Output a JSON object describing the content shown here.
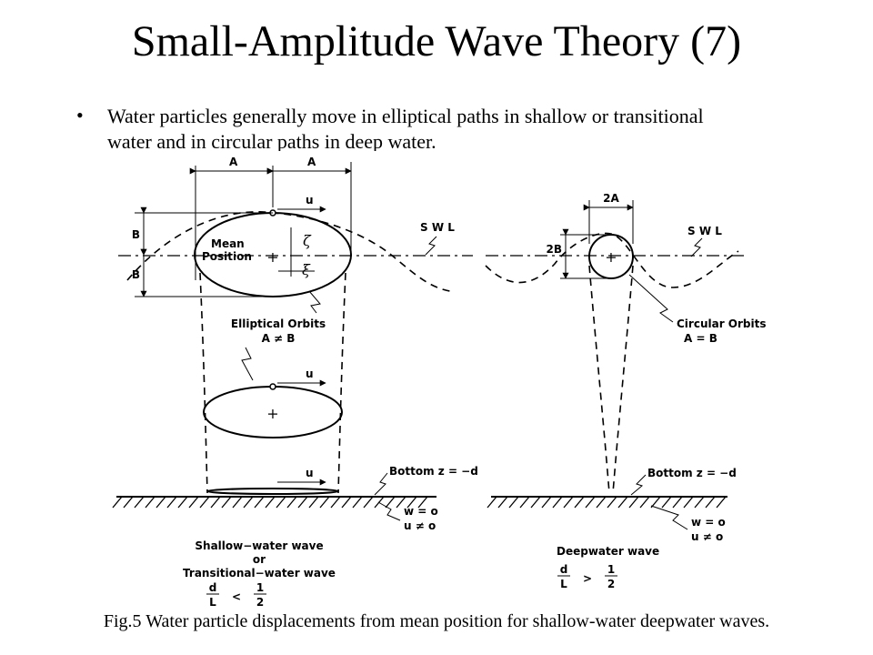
{
  "slide": {
    "title": "Small-Amplitude Wave Theory (7)",
    "bullet": "Water particles generally move in elliptical paths in shallow or transitional water and in circular paths in deep water.",
    "caption": "Fig.5 Water particle displacements from mean position for shallow-water deepwater waves."
  },
  "diagram": {
    "left": {
      "dim_a1": "A",
      "dim_a2": "A",
      "dim_b1": "B",
      "dim_b2": "B",
      "mean_position_line1": "Mean",
      "mean_position_line2": "Position",
      "zeta": "ζ",
      "xi": "ξ",
      "swl": "S W L",
      "u_top": "u",
      "u_mid": "u",
      "u_bottom": "u",
      "plus_top": "+",
      "plus_mid": "+",
      "orbits_label": "Elliptical Orbits",
      "orbits_condition": "A ≠ B",
      "bottom_label": "Bottom  z = −d",
      "w_cond": "w = o",
      "u_cond": "u ≠ o",
      "wave_type_line1": "Shallow−water wave",
      "wave_type_line2": "or",
      "wave_type_line3": "Transitional−water wave",
      "ratio_num": "d",
      "ratio_den": "L",
      "ratio_op": "<",
      "ratio_rhs_num": "1",
      "ratio_rhs_den": "2"
    },
    "right": {
      "dim_2a": "2A",
      "dim_2b": "2B",
      "swl": "S W L",
      "plus": "+",
      "orbits_label": "Circular Orbits",
      "orbits_condition": "A = B",
      "bottom_label": "Bottom  z = −d",
      "w_cond": "w = o",
      "u_cond": "u ≠ o",
      "wave_type": "Deepwater wave",
      "ratio_num": "d",
      "ratio_den": "L",
      "ratio_op": ">",
      "ratio_rhs_num": "1",
      "ratio_rhs_den": "2"
    }
  }
}
